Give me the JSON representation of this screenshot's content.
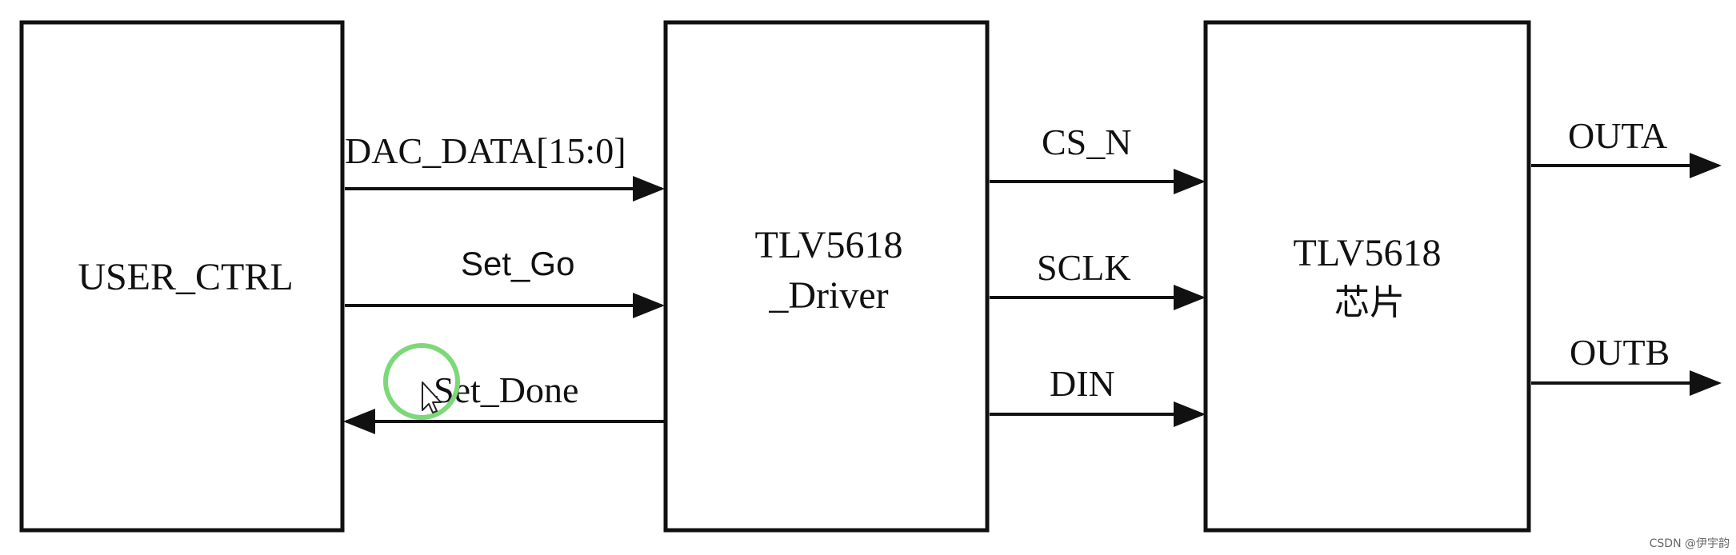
{
  "blocks": {
    "user_ctrl": "USER_CTRL",
    "driver_line1": "TLV5618",
    "driver_line2": "_Driver",
    "chip_line1": "TLV5618",
    "chip_line2": "芯片"
  },
  "signals": {
    "dac_data": "DAC_DATA[15:0]",
    "set_go": "Set_Go",
    "set_done": "Set_Done",
    "cs_n": "CS_N",
    "sclk": "SCLK",
    "din": "DIN",
    "outa": "OUTA",
    "outb": "OUTB"
  },
  "watermark": "CSDN @伊宇韵",
  "colors": {
    "line": "#111111",
    "cursor_ring": "#7ed87a"
  }
}
